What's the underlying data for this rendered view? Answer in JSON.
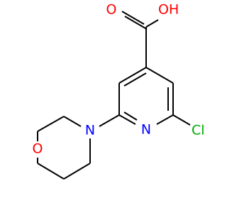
{
  "structure": {
    "atom_labels": [
      {
        "id": "o-carbonyl",
        "text": "O",
        "element": "O"
      },
      {
        "id": "oh-acid",
        "text": "OH",
        "element": "O"
      },
      {
        "id": "n-ring",
        "text": "N",
        "element": "N"
      },
      {
        "id": "cl",
        "text": "Cl",
        "element": "Cl"
      },
      {
        "id": "n-morph",
        "text": "N",
        "element": "N"
      },
      {
        "id": "o-morph",
        "text": "O",
        "element": "O"
      }
    ]
  },
  "colors": {
    "background": "#ffffff",
    "bond": "#000000",
    "O": "#ff0000",
    "N": "#0000ff",
    "Cl": "#00aa00"
  }
}
